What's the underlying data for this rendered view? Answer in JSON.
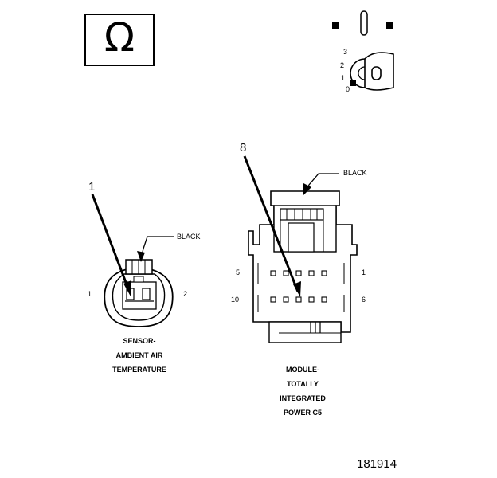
{
  "ohms_symbol": "Ω",
  "key_positions": [
    "3",
    "2",
    "1",
    "0"
  ],
  "sensor": {
    "callout": "1",
    "color_label": "BLACK",
    "pin_left": "1",
    "pin_right": "2",
    "name_lines": [
      "SENSOR-",
      "AMBIENT AIR",
      "TEMPERATURE"
    ]
  },
  "module": {
    "callout": "8",
    "color_label": "BLACK",
    "pin_top_left": "5",
    "pin_top_right": "1",
    "pin_bottom_left": "10",
    "pin_bottom_right": "6",
    "name_lines": [
      "MODULE-",
      "TOTALLY",
      "INTEGRATED",
      "POWER C5"
    ]
  },
  "figure_number": "181914"
}
